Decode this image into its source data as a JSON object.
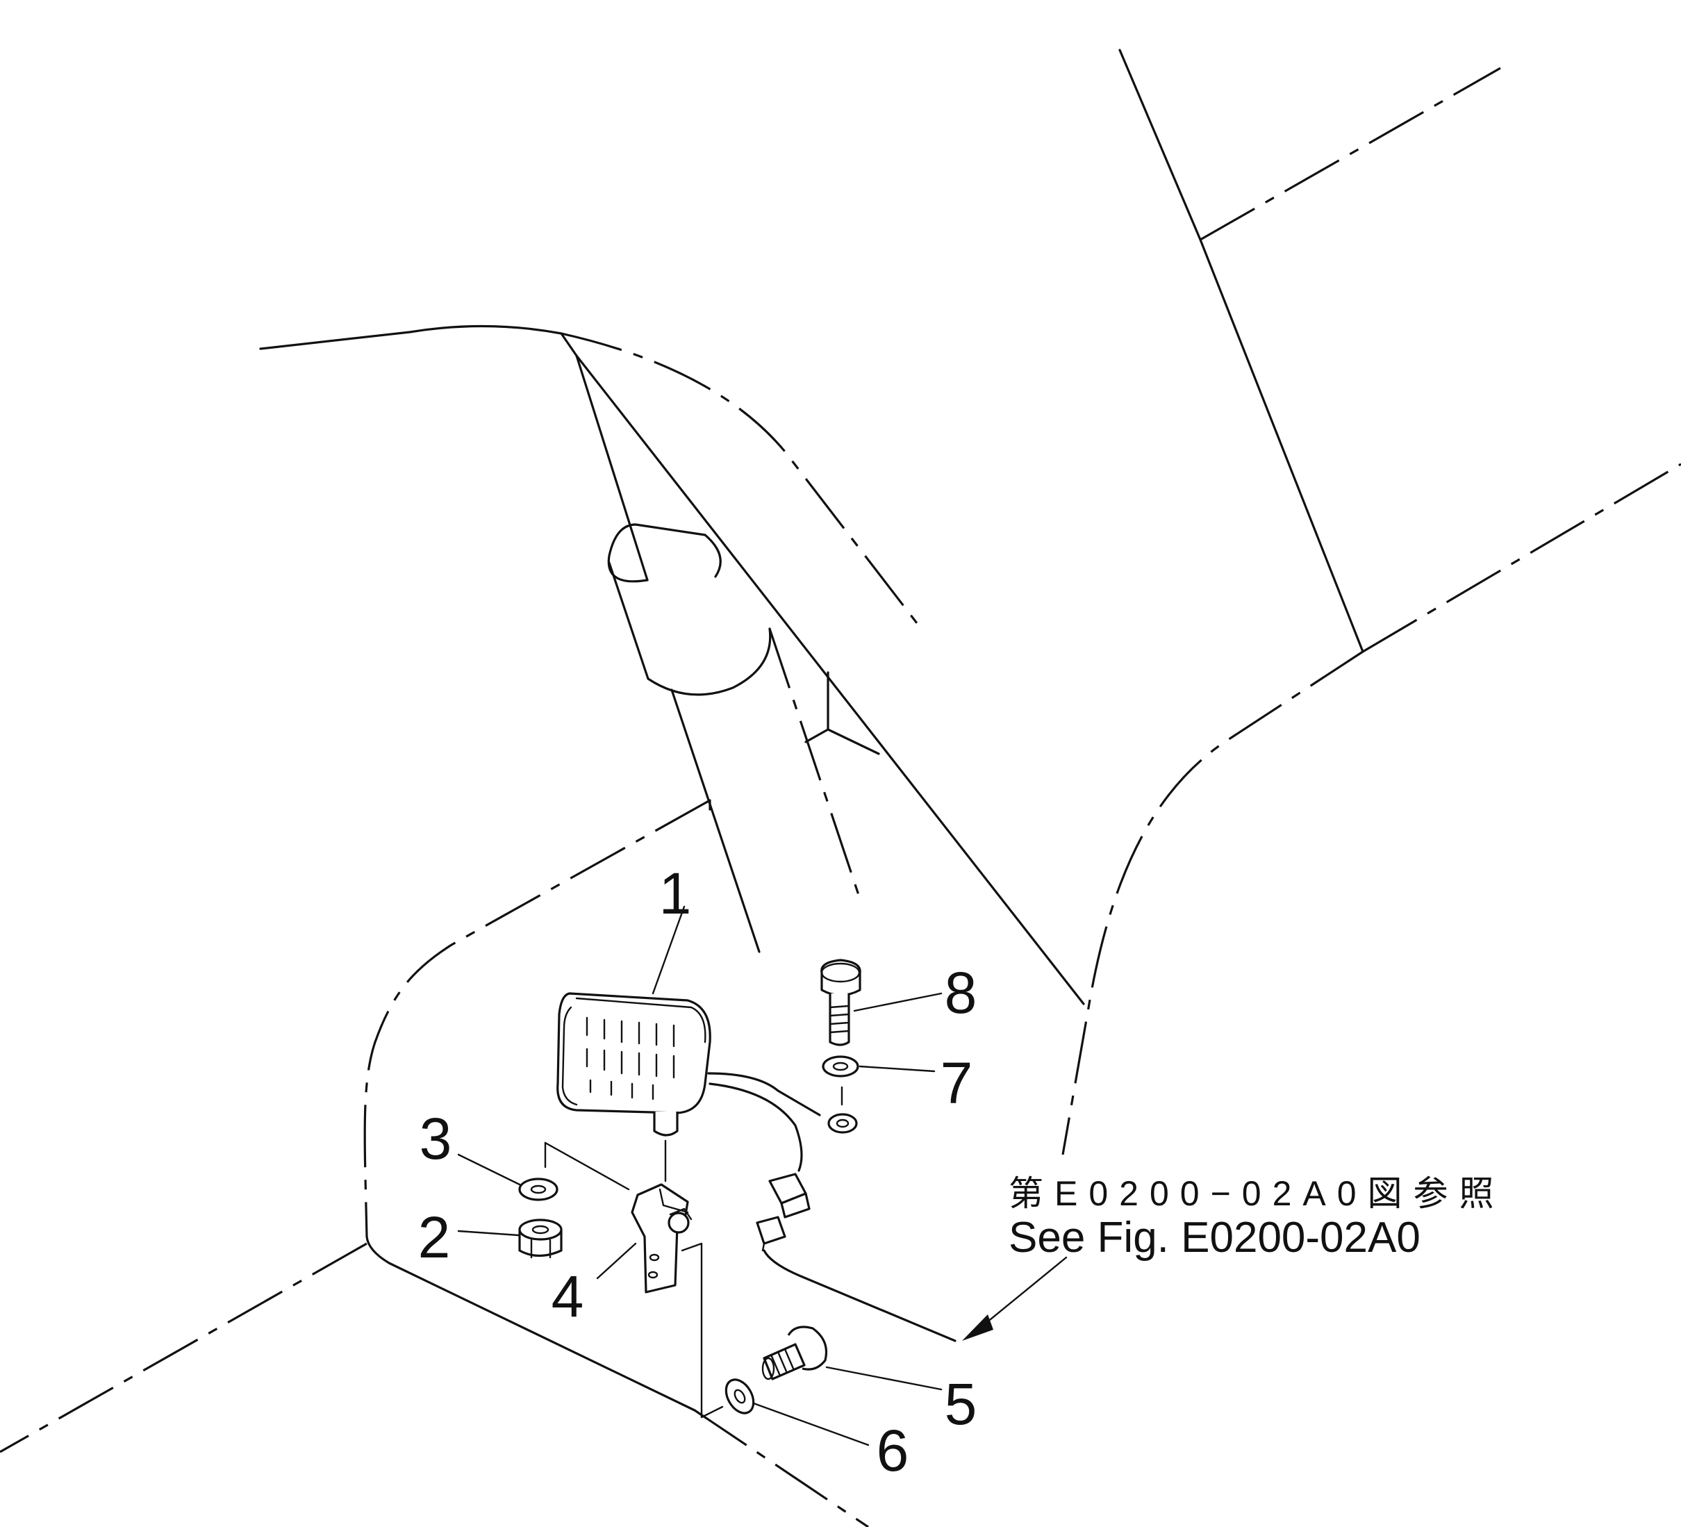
{
  "callouts": [
    {
      "id": "1",
      "label": "1"
    },
    {
      "id": "2",
      "label": "2"
    },
    {
      "id": "3",
      "label": "3"
    },
    {
      "id": "4",
      "label": "4"
    },
    {
      "id": "5",
      "label": "5"
    },
    {
      "id": "6",
      "label": "6"
    },
    {
      "id": "7",
      "label": "7"
    },
    {
      "id": "8",
      "label": "8"
    }
  ],
  "reference": {
    "jp": "第E0200−02A0図参照",
    "en": "See Fig. E0200-02A0"
  },
  "icons": [
    "work-lamp-icon",
    "bolt-icon",
    "washer-icon",
    "nut-icon",
    "bracket-icon",
    "connector-icon"
  ],
  "colors": {
    "line": "#111111",
    "background": "#ffffff"
  }
}
